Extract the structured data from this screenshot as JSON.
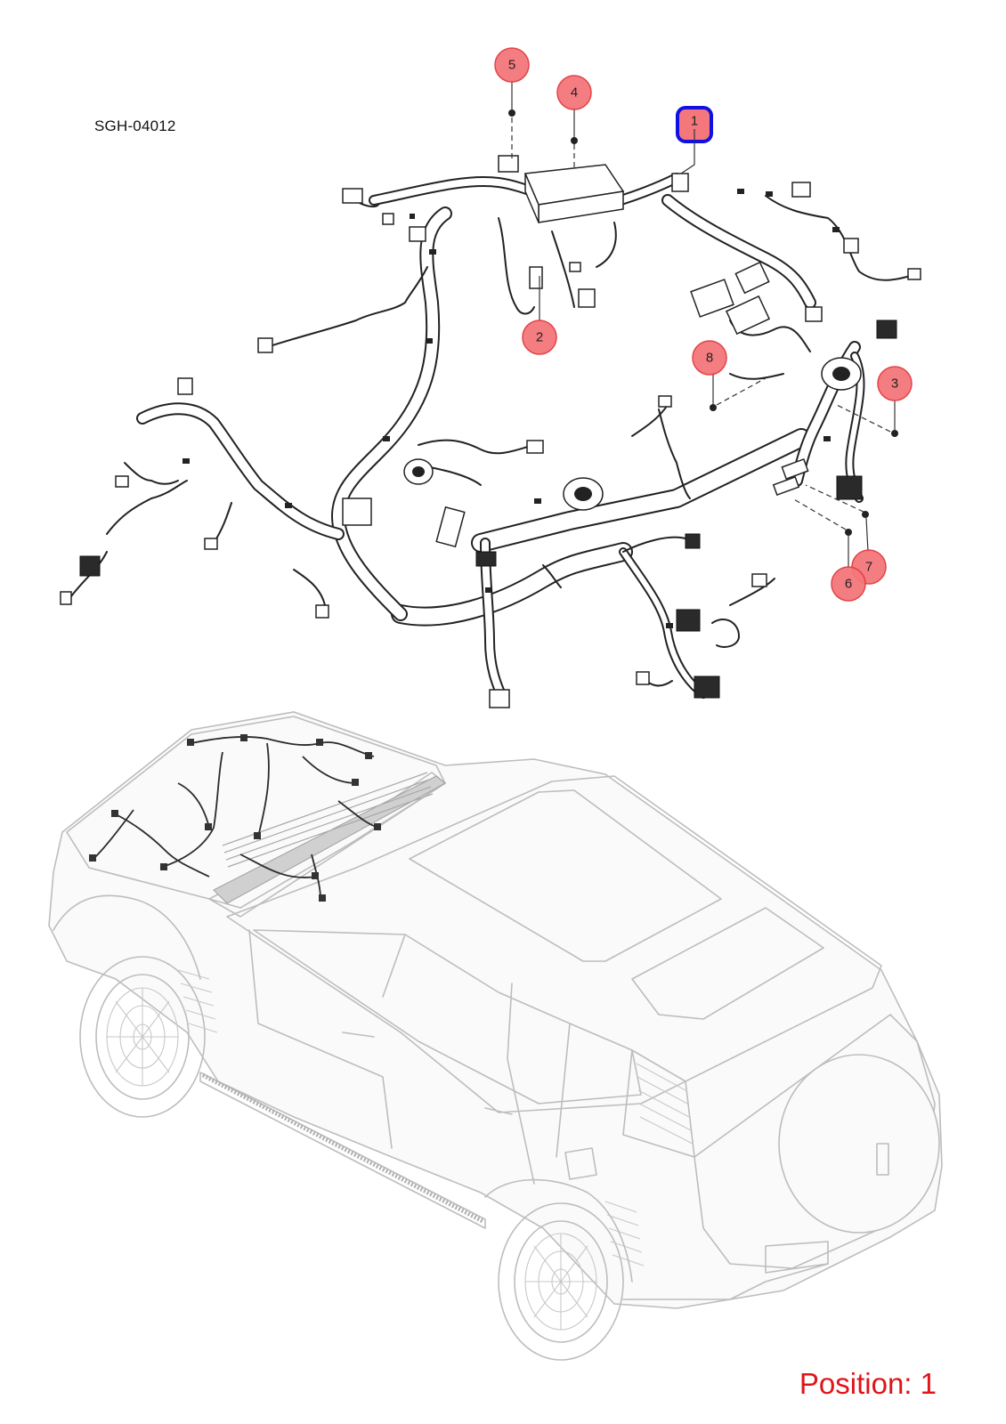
{
  "drawing": {
    "reference_code": "SGH-04012",
    "position_label": "Position: 1",
    "selected_callout": "1",
    "colors": {
      "callout_fill": "#f4777b",
      "callout_stroke": "#e23a3f",
      "selected_outline": "#1010e0",
      "position_text": "#e0141a",
      "vehicle_outline": "#bdbdbd",
      "harness_line": "#222222"
    }
  },
  "callouts": [
    {
      "number": "1",
      "selected": true
    },
    {
      "number": "2",
      "selected": false
    },
    {
      "number": "3",
      "selected": false
    },
    {
      "number": "4",
      "selected": false
    },
    {
      "number": "5",
      "selected": false
    },
    {
      "number": "6",
      "selected": false
    },
    {
      "number": "7",
      "selected": false
    },
    {
      "number": "8",
      "selected": false
    }
  ]
}
